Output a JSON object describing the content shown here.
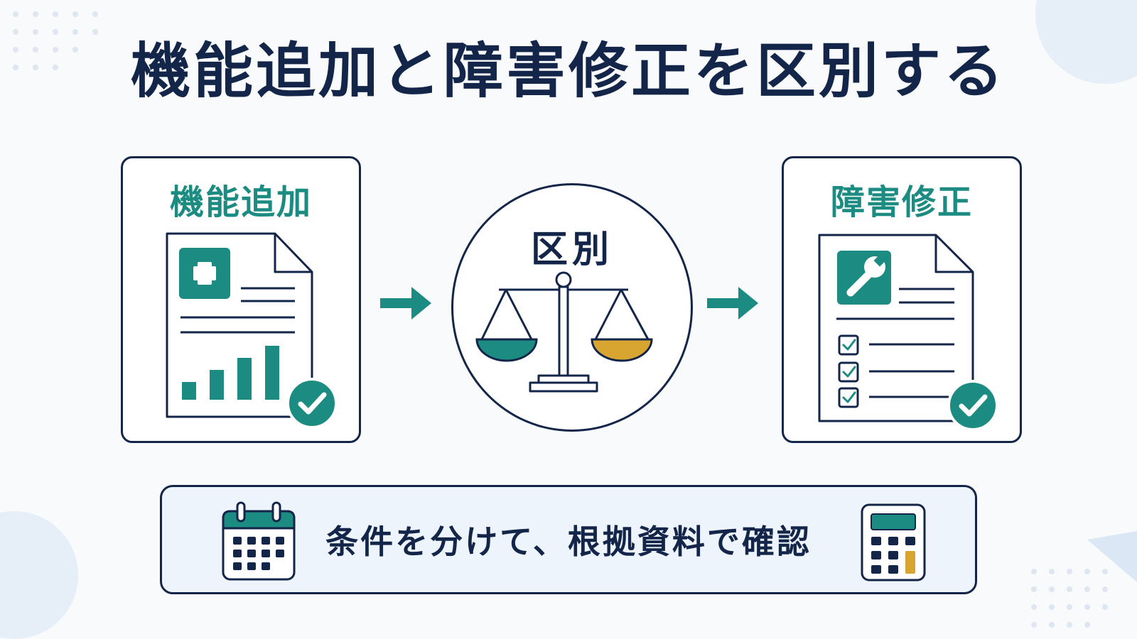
{
  "title": "機能追加と障害修正を区別する",
  "left_card": {
    "label": "機能追加",
    "icon": "plus-icon"
  },
  "center": {
    "label": "区別",
    "icon": "balance-scale-icon"
  },
  "right_card": {
    "label": "障害修正",
    "icon": "wrench-icon"
  },
  "banner": {
    "text": "条件を分けて、根拠資料で確認",
    "left_icon": "calendar-icon",
    "right_icon": "calculator-icon"
  },
  "colors": {
    "navy": "#14254a",
    "teal": "#1c8c83",
    "gold": "#d8a531",
    "banner_bg": "#eef4fb",
    "page_bg": "#f8fafc"
  }
}
